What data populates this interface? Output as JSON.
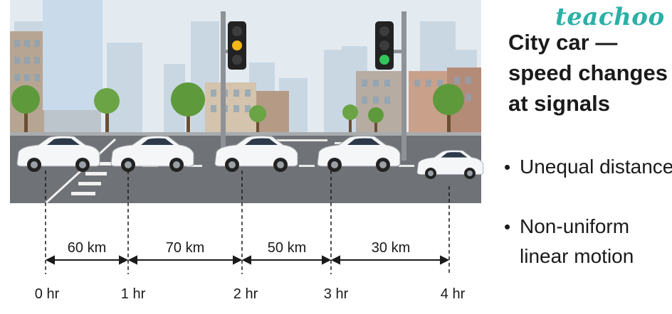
{
  "brand": "teachoo",
  "title": {
    "lines": [
      "City car —",
      "speed changes",
      "at signals"
    ]
  },
  "bullets": [
    {
      "lines": [
        "Unequal distances"
      ]
    },
    {
      "lines": [
        "Non-uniform",
        "linear motion"
      ]
    }
  ],
  "segments": [
    {
      "label": "60 km",
      "distance_km": 60
    },
    {
      "label": "70 km",
      "distance_km": 70
    },
    {
      "label": "50 km",
      "distance_km": 50
    },
    {
      "label": "30 km",
      "distance_km": 30
    }
  ],
  "times": [
    "0 hr",
    "1 hr",
    "2 hr",
    "3 hr",
    "4 hr"
  ],
  "traffic_lights": [
    {
      "lit": "amber",
      "lit_color": "#f2b51a"
    },
    {
      "lit": "green",
      "lit_color": "#33c45a"
    }
  ],
  "colors": {
    "brand": "#2bb0a6",
    "road": "#6f7276",
    "sky": "#dfe8ef",
    "car": "#f5f6f7",
    "tree": "#5e9a3c"
  }
}
